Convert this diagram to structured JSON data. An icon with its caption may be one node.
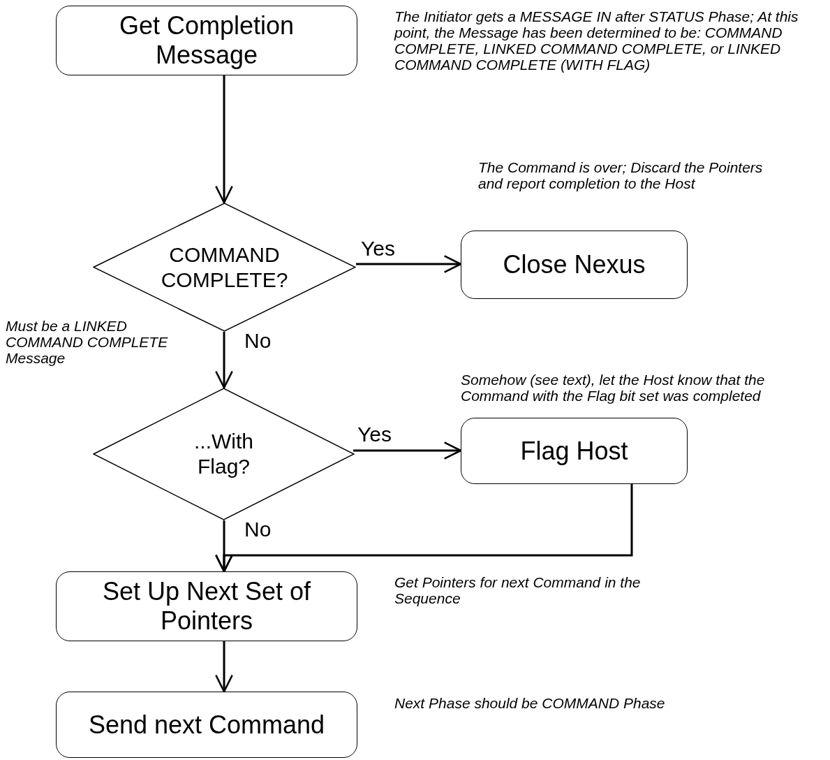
{
  "diagram": {
    "nodes": [
      {
        "text": [
          "Get Completion Message"
        ],
        "beside": [
          "The Initiator gets a MESSAGE IN after STATUS Phase; At this point, the Message has been determined to be: COMMAND COMPLETE, LINKED COMMAND COMPLETE, or LINKED COMMAND COMPLETE (WITH FLAG)"
        ]
      },
      {
        "text": [
          "COMMAND COMPLETE?"
        ]
      },
      {
        "text": [
          "Close Nexus"
        ],
        "beside": [
          "The Command is over; Discard the Pointers and report completion to the Host"
        ]
      },
      {
        "text": [
          "...With Flag?"
        ]
      },
      {
        "text": [
          "Flag Host"
        ],
        "beside": [
          "Somehow (see text), let the Host know that the Command with the Flag bit set was completed"
        ]
      },
      {
        "text": [
          "Set Up Next Set of Pointers"
        ],
        "beside": [
          "Get Pointers for next Command in the Sequence"
        ]
      },
      {
        "text": [
          "Send next Command"
        ],
        "beside": [
          "Next Phase should be COMMAND Phase"
        ]
      }
    ],
    "edges": [
      {
        "from": 0,
        "to": 1,
        "arrow": "to"
      },
      {
        "from": 1,
        "to": 2,
        "arrow": "to",
        "label": "Yes"
      },
      {
        "from": 1,
        "to": 3,
        "arrow": "to",
        "label": "No"
      },
      {
        "from": 3,
        "to": 4,
        "arrow": "to",
        "label": "Yes"
      },
      {
        "from": 3,
        "to": 5,
        "arrow": "to",
        "label": "No"
      },
      {
        "from": 4,
        "to": 5,
        "arrow": "to"
      },
      {
        "from": 5,
        "to": 6,
        "arrow": "to"
      }
    ],
    "labels": [
      "Must be a LINKED COMMAND COMPLETE Message"
    ]
  }
}
